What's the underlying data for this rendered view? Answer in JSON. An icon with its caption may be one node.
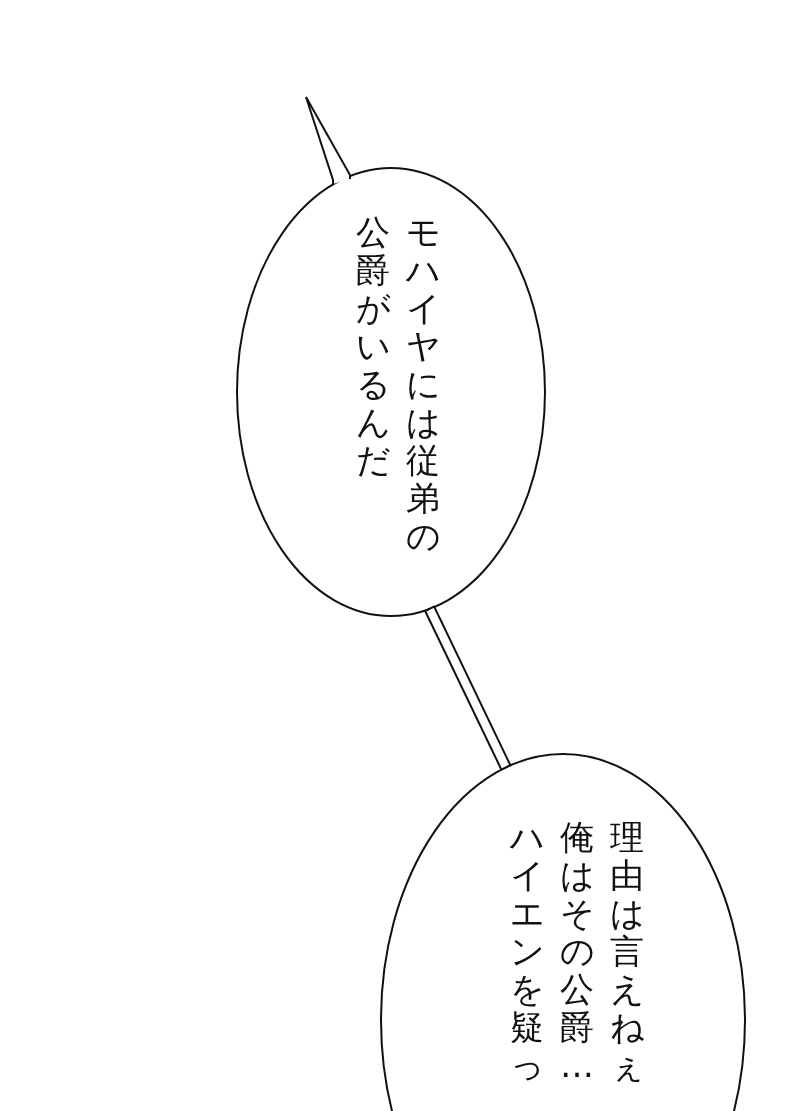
{
  "diagram": {
    "nodes": [
      {
        "text": [
          "モハイヤには従弟の公爵がいるんだ"
        ]
      },
      {
        "text": [
          "理由は言えねぇ俺はその公爵…ハイエンを疑っ"
        ]
      }
    ],
    "edges": [
      {
        "from": 0,
        "to": 1,
        "arrow": "none"
      }
    ]
  }
}
